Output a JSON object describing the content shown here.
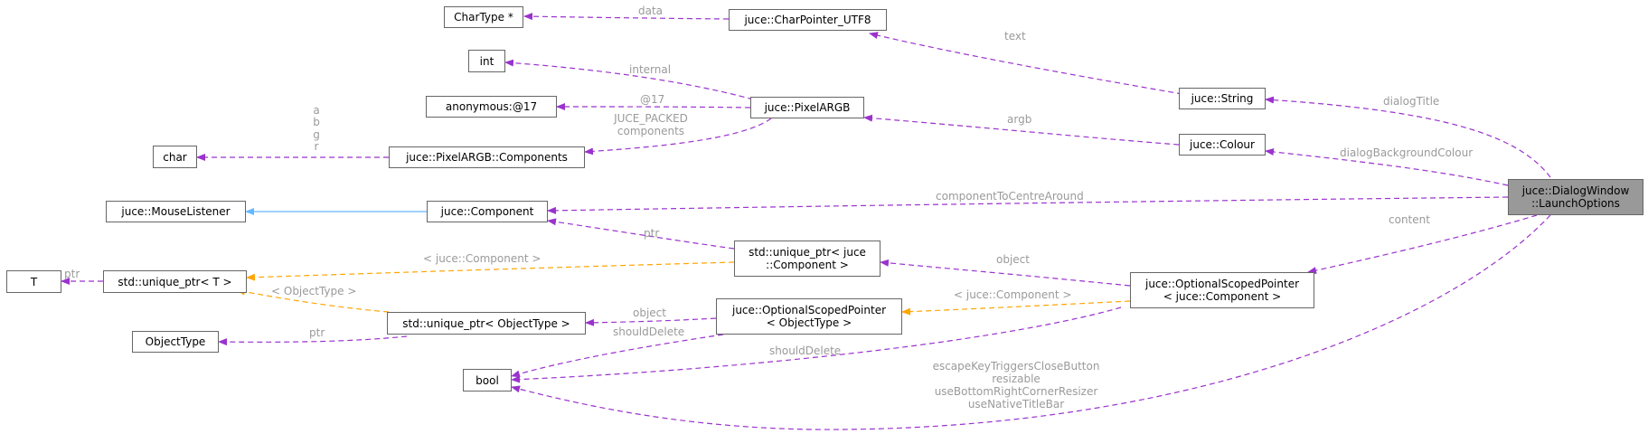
{
  "colors": {
    "member_edge": "#9a32cd",
    "inherit_edge": "#63b8ff",
    "template_edge": "#ffa500",
    "root_fill": "#999999",
    "node_border": "#666666",
    "edge_label": "#9a9a9a"
  },
  "nodes": {
    "chartype_ptr": "CharType *",
    "charpointer_utf8": "juce::CharPointer_UTF8",
    "int": "int",
    "anonymous_17": "anonymous:@17",
    "pixelargb": "juce::PixelARGB",
    "char": "char",
    "pixelargb_components": "juce::PixelARGB::Components",
    "string": "juce::String",
    "colour": "juce::Colour",
    "mouselistener": "juce::MouseListener",
    "component": "juce::Component",
    "dialogwindow_launchoptions": "juce::DialogWindow\n::LaunchOptions",
    "unique_ptr_component": "std::unique_ptr< juce\n::Component >",
    "t": "T",
    "unique_ptr_t": "std::unique_ptr< T >",
    "optionalscopedpointer_component": "juce::OptionalScopedPointer\n< juce::Component >",
    "unique_ptr_objecttype": "std::unique_ptr< ObjectType >",
    "optionalscopedpointer_objecttype": "juce::OptionalScopedPointer\n< ObjectType >",
    "objecttype": "ObjectType",
    "bool": "bool"
  },
  "edge_labels": {
    "data": "data",
    "text": "text",
    "internal": "internal",
    "at17": "@17",
    "abgr_a": "a",
    "abgr_b": "b",
    "abgr_g": "g",
    "abgr_r": "r",
    "juce_packed": "JUCE_PACKED",
    "components": "components",
    "argb": "argb",
    "dialog_title": "dialogTitle",
    "dialog_background_colour": "dialogBackgroundColour",
    "component_to_centre_around": "componentToCentreAround",
    "content": "content",
    "ptr_component": "ptr",
    "tpl_juce_component_1": "< juce::Component >",
    "ptr_t": "ptr",
    "object_1": "object",
    "tpl_objecttype": "< ObjectType >",
    "tpl_juce_component_2": "< juce::Component >",
    "object_2": "object",
    "should_delete_1": "shouldDelete",
    "ptr_objecttype": "ptr",
    "should_delete_2": "shouldDelete",
    "escape_key": "escapeKeyTriggersCloseButton",
    "resizable": "resizable",
    "use_bottom_right": "useBottomRightCornerResizer",
    "use_native_title_bar": "useNativeTitleBar"
  }
}
